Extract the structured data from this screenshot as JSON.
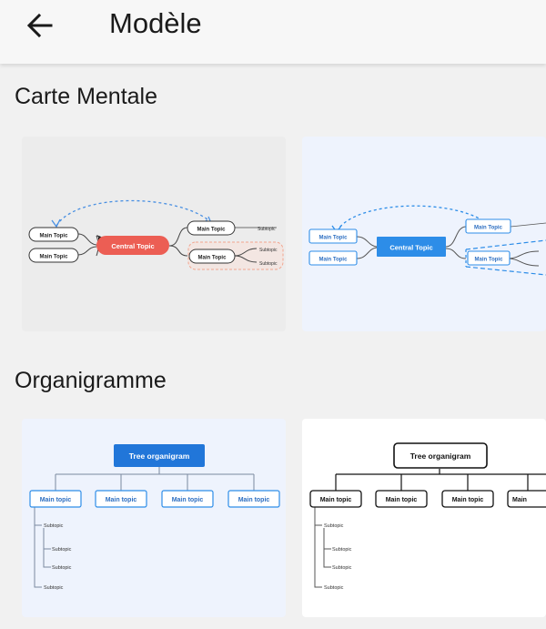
{
  "header": {
    "title": "Modèle",
    "back_icon": "arrow-left-icon"
  },
  "sections": [
    {
      "title": "Carte Mentale",
      "templates": [
        {
          "theme": "warm",
          "central": "Central Topic",
          "main_topics": [
            "Main Topic",
            "Main Topic",
            "Main Topic",
            "Main Topic"
          ],
          "subtopics": [
            "Subtopic",
            "Subtopic",
            "Subtopic"
          ],
          "colors": {
            "background": "#ececec",
            "central": "#ec5e54",
            "accent": "#f2a58f",
            "link": "#4a90e2"
          }
        },
        {
          "theme": "blue",
          "central": "Central Topic",
          "main_topics": [
            "Main Topic",
            "Main Topic",
            "Main Topic",
            "Main Topic"
          ],
          "colors": {
            "background": "#eef3fd",
            "central": "#2d8de8",
            "accent": "#2d8de8",
            "link": "#2d8de8"
          }
        }
      ]
    },
    {
      "title": "Organigramme",
      "templates": [
        {
          "theme": "blue",
          "root": "Tree organigram",
          "main_topics": [
            "Main topic",
            "Main topic",
            "Main topic",
            "Main topic"
          ],
          "subtopics": [
            "Subtopic",
            "Subtopic",
            "Subtopic",
            "Subtopic"
          ],
          "colors": {
            "background": "#eef3fd",
            "root": "#2176d9",
            "accent": "#2d8de8"
          }
        },
        {
          "theme": "mono",
          "root": "Tree organigram",
          "main_topics": [
            "Main topic",
            "Main topic",
            "Main topic",
            "Main"
          ],
          "subtopics": [
            "Subtopic",
            "Subtopic",
            "Subtopic",
            "Subtopic"
          ],
          "colors": {
            "background": "#ffffff",
            "root": "#ffffff",
            "accent": "#111111"
          }
        }
      ]
    }
  ]
}
